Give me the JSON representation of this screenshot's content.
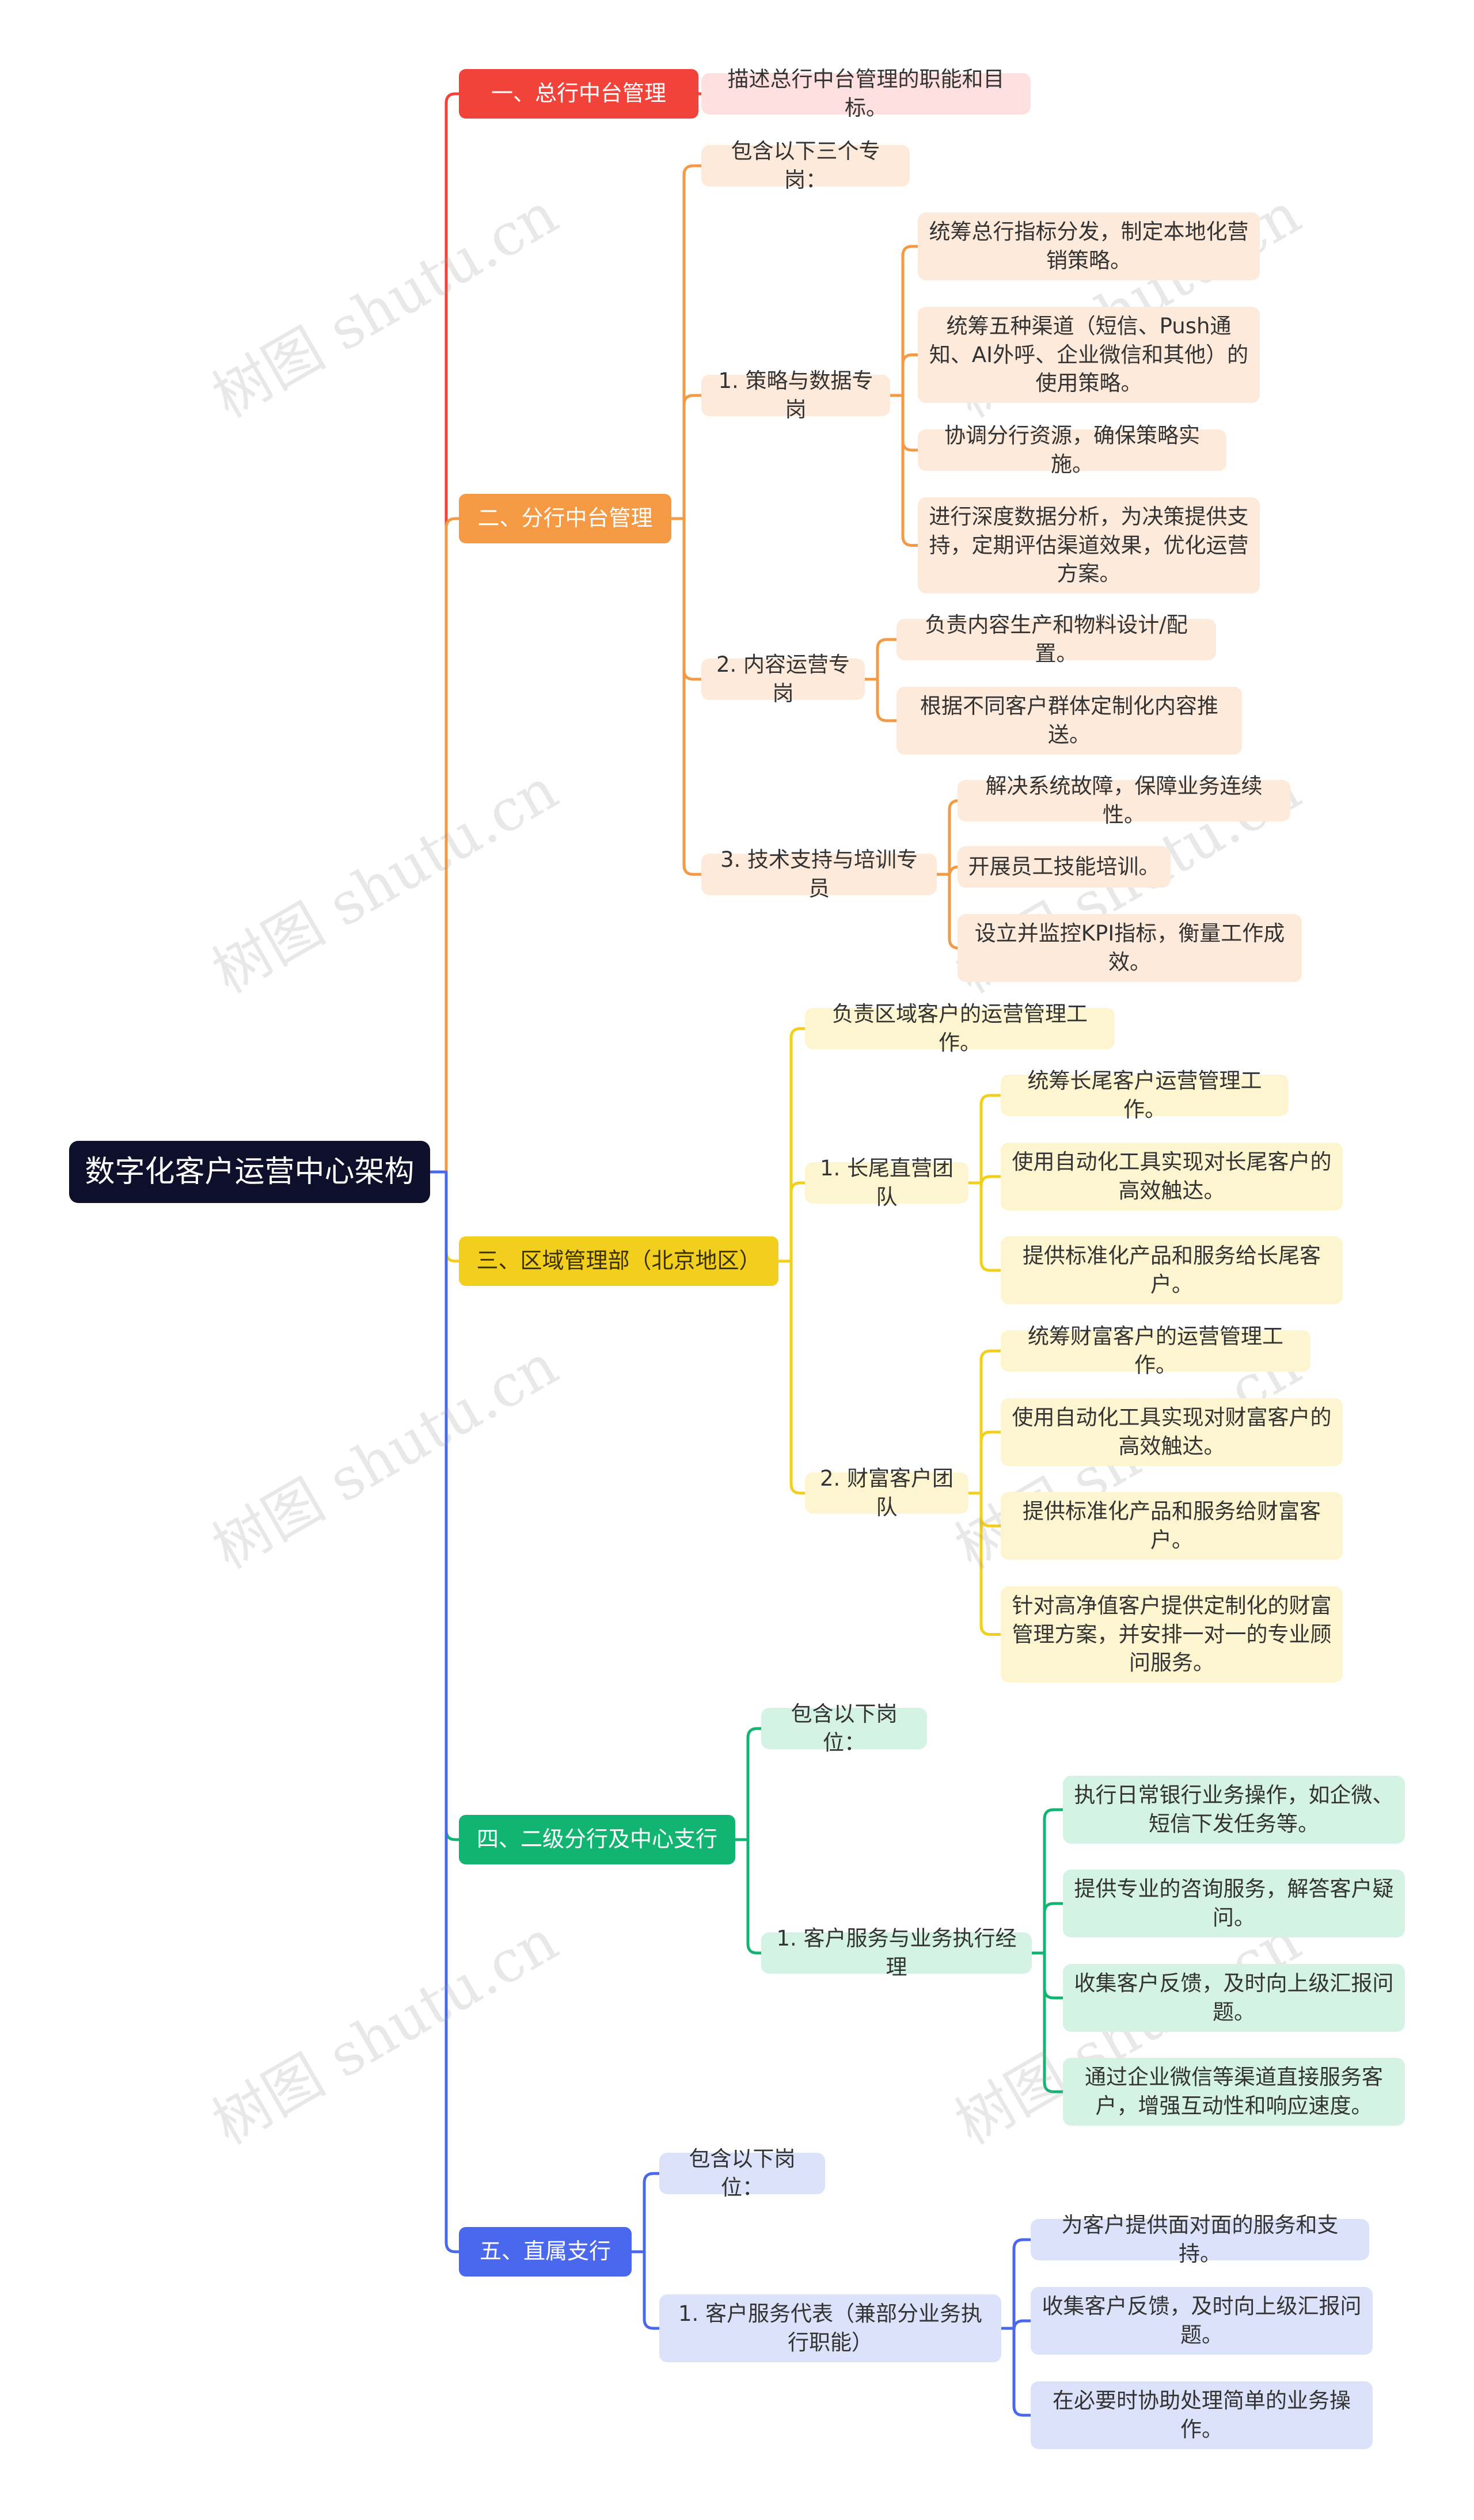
{
  "root": "数字化客户运营中心架构",
  "watermark": "树图 shutu.cn",
  "colors": {
    "red": "#f2433b",
    "orange": "#f49a45",
    "yellow": "#f2cf1c",
    "green": "#12b472",
    "blue": "#4a68ee"
  },
  "b1": {
    "title": "一、总行中台管理",
    "desc": "描述总行中台管理的职能和目标。"
  },
  "b2": {
    "title": "二、分行中台管理",
    "intro": "包含以下三个专岗：",
    "s1": {
      "title": "1. 策略与数据专岗",
      "items": [
        "统筹总行指标分发，制定本地化营销策略。",
        "统筹五种渠道（短信、Push通知、AI外呼、企业微信和其他）的使用策略。",
        "协调分行资源，确保策略实施。",
        "进行深度数据分析，为决策提供支持，定期评估渠道效果，优化运营方案。"
      ]
    },
    "s2": {
      "title": "2. 内容运营专岗",
      "items": [
        "负责内容生产和物料设计/配置。",
        "根据不同客户群体定制化内容推送。"
      ]
    },
    "s3": {
      "title": "3. 技术支持与培训专员",
      "items": [
        "解决系统故障，保障业务连续性。",
        "开展员工技能培训。",
        "设立并监控KPI指标，衡量工作成效。"
      ]
    }
  },
  "b3": {
    "title": "三、区域管理部（北京地区）",
    "intro": "负责区域客户的运营管理工作。",
    "s1": {
      "title": "1. 长尾直营团队",
      "items": [
        "统筹长尾客户运营管理工作。",
        "使用自动化工具实现对长尾客户的高效触达。",
        "提供标准化产品和服务给长尾客户。"
      ]
    },
    "s2": {
      "title": "2. 财富客户团队",
      "items": [
        "统筹财富客户的运营管理工作。",
        "使用自动化工具实现对财富客户的高效触达。",
        "提供标准化产品和服务给财富客户。",
        "针对高净值客户提供定制化的财富管理方案，并安排一对一的专业顾问服务。"
      ]
    }
  },
  "b4": {
    "title": "四、二级分行及中心支行",
    "intro": "包含以下岗位：",
    "s1": {
      "title": "1. 客户服务与业务执行经理",
      "items": [
        "执行日常银行业务操作，如企微、短信下发任务等。",
        "提供专业的咨询服务，解答客户疑问。",
        "收集客户反馈，及时向上级汇报问题。",
        "通过企业微信等渠道直接服务客户，增强互动性和响应速度。"
      ]
    }
  },
  "b5": {
    "title": "五、直属支行",
    "intro": "包含以下岗位：",
    "s1": {
      "title": "1. 客户服务代表（兼部分业务执行职能）",
      "items": [
        "为客户提供面对面的服务和支持。",
        "收集客户反馈，及时向上级汇报问题。",
        "在必要时协助处理简单的业务操作。"
      ]
    }
  }
}
